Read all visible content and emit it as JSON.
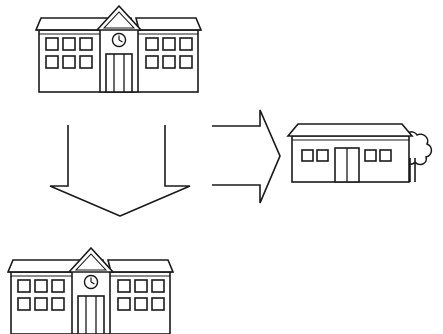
{
  "diagram": {
    "nodes": [
      {
        "id": "school-top",
        "kind": "school-building",
        "icon": "school-building-icon"
      },
      {
        "id": "school-bottom",
        "kind": "school-building",
        "icon": "school-building-icon"
      },
      {
        "id": "small-school",
        "kind": "small-school-with-tree",
        "icon": "small-school-icon"
      }
    ],
    "edges": [
      {
        "from": "school-top",
        "to": "school-bottom",
        "direction": "down",
        "icon": "down-arrow-icon"
      },
      {
        "from": "school-top",
        "to": "small-school",
        "direction": "right",
        "icon": "right-arrow-icon"
      }
    ],
    "colors": {
      "stroke": "#1a1a1a",
      "fill": "#ffffff",
      "background": "#ffffff"
    }
  }
}
